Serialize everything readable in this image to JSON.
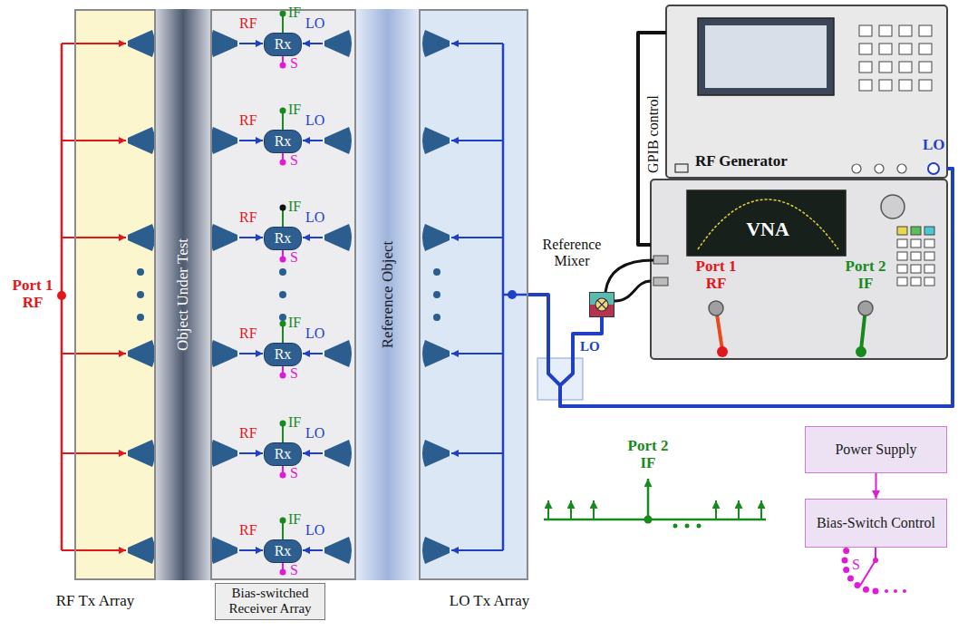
{
  "diagram": {
    "nodes": [
      {
        "text": [
          "RF Tx Array"
        ]
      },
      {
        "text": [
          "Object Under Test"
        ]
      },
      {
        "text": [
          "Bias-switched Receiver Array"
        ]
      },
      {
        "text": [
          "Rx"
        ],
        "in": 2
      },
      {
        "text": [
          "Rx"
        ],
        "in": 2
      },
      {
        "text": [
          "Rx"
        ],
        "in": 2
      },
      {
        "text": [
          "Rx"
        ],
        "in": 2
      },
      {
        "text": [
          "Rx"
        ],
        "in": 2
      },
      {
        "text": [
          "Rx"
        ],
        "in": 2
      },
      {
        "text": [
          "Reference Object"
        ]
      },
      {
        "text": [
          "LO Tx Array"
        ]
      },
      {
        "text": [
          "RF Generator"
        ]
      },
      {
        "text": [
          "VNA"
        ]
      },
      {
        "text": [
          "Reference Mixer"
        ]
      },
      {
        "text": [
          "Power Supply"
        ]
      },
      {
        "text": [
          "Bias-Switch Control"
        ]
      }
    ],
    "edges": [
      {
        "from": 11,
        "to": 10,
        "arrow": "none"
      },
      {
        "from": 11,
        "to": 13,
        "arrow": "none"
      },
      {
        "from": 13,
        "to": 12,
        "arrow": "none"
      },
      {
        "from": 11,
        "to": 12,
        "arrow": "none",
        "label": "GPIB control"
      },
      {
        "from": 14,
        "to": 15,
        "arrow": "to"
      }
    ],
    "labels": [
      "Port 1 RF",
      "RF",
      "IF",
      "LO",
      "S",
      "RF",
      "IF",
      "LO",
      "S",
      "RF",
      "IF",
      "LO",
      "S",
      "RF",
      "IF",
      "LO",
      "S",
      "RF",
      "IF",
      "LO",
      "S",
      "RF",
      "IF",
      "LO",
      "S",
      "LO",
      "Port 1 RF",
      "Port 2 IF",
      "LO",
      "Port 2 IF",
      "S"
    ]
  }
}
